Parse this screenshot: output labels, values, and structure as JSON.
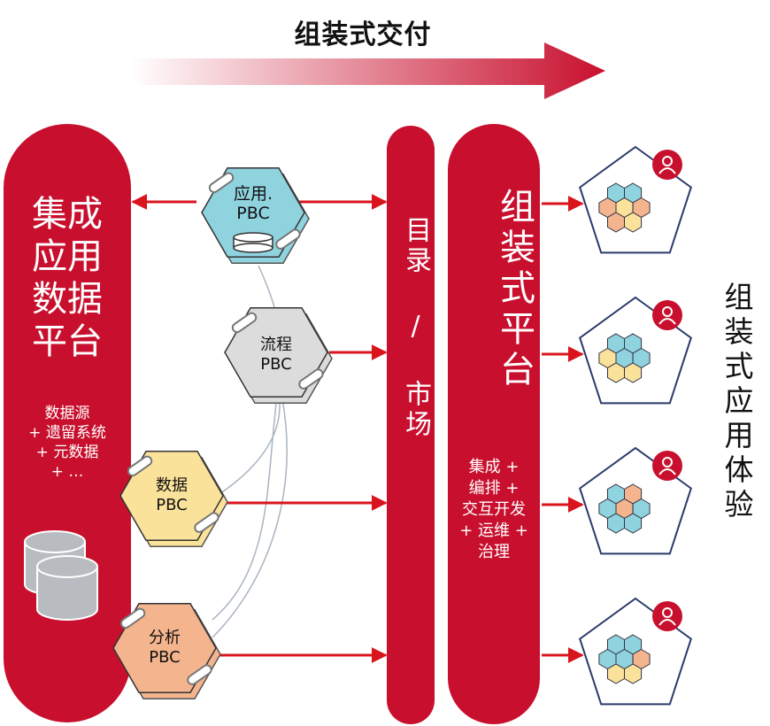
{
  "title": "组装式交付",
  "left_panel": {
    "title_lines": [
      "集成",
      "应用",
      "数据",
      "平台"
    ],
    "notes": [
      "数据源",
      "+ 遗留系统",
      "+ 元数据",
      "+ …"
    ]
  },
  "catalog": {
    "label": "目录 / 市场"
  },
  "platform": {
    "title": "组装式平台",
    "notes": [
      "集成 +",
      "编排 +",
      "交互开发",
      "+ 运维 +",
      "治理"
    ]
  },
  "pbcs": [
    {
      "line1": "应用.",
      "line2": "PBC",
      "fill": "#8fd3df"
    },
    {
      "line1": "流程",
      "line2": "PBC",
      "fill": "#dcdcdc"
    },
    {
      "line1": "数据",
      "line2": "PBC",
      "fill": "#fbe29a"
    },
    {
      "line1": "分析",
      "line2": "PBC",
      "fill": "#f4b48d"
    }
  ],
  "experience": {
    "label": "组装式应用体验"
  },
  "colors": {
    "brand_red": "#c8102e",
    "arrow_red": "#d9141d",
    "hex_blue": "#8fd3df",
    "hex_yellow": "#fbe29a",
    "hex_orange": "#f4b48d",
    "pentagon_stroke": "#2b3a6b",
    "database_gray": "#b8bcc0"
  },
  "icons": [
    "database-icon",
    "user-icon",
    "hexagon-cluster-icon"
  ]
}
